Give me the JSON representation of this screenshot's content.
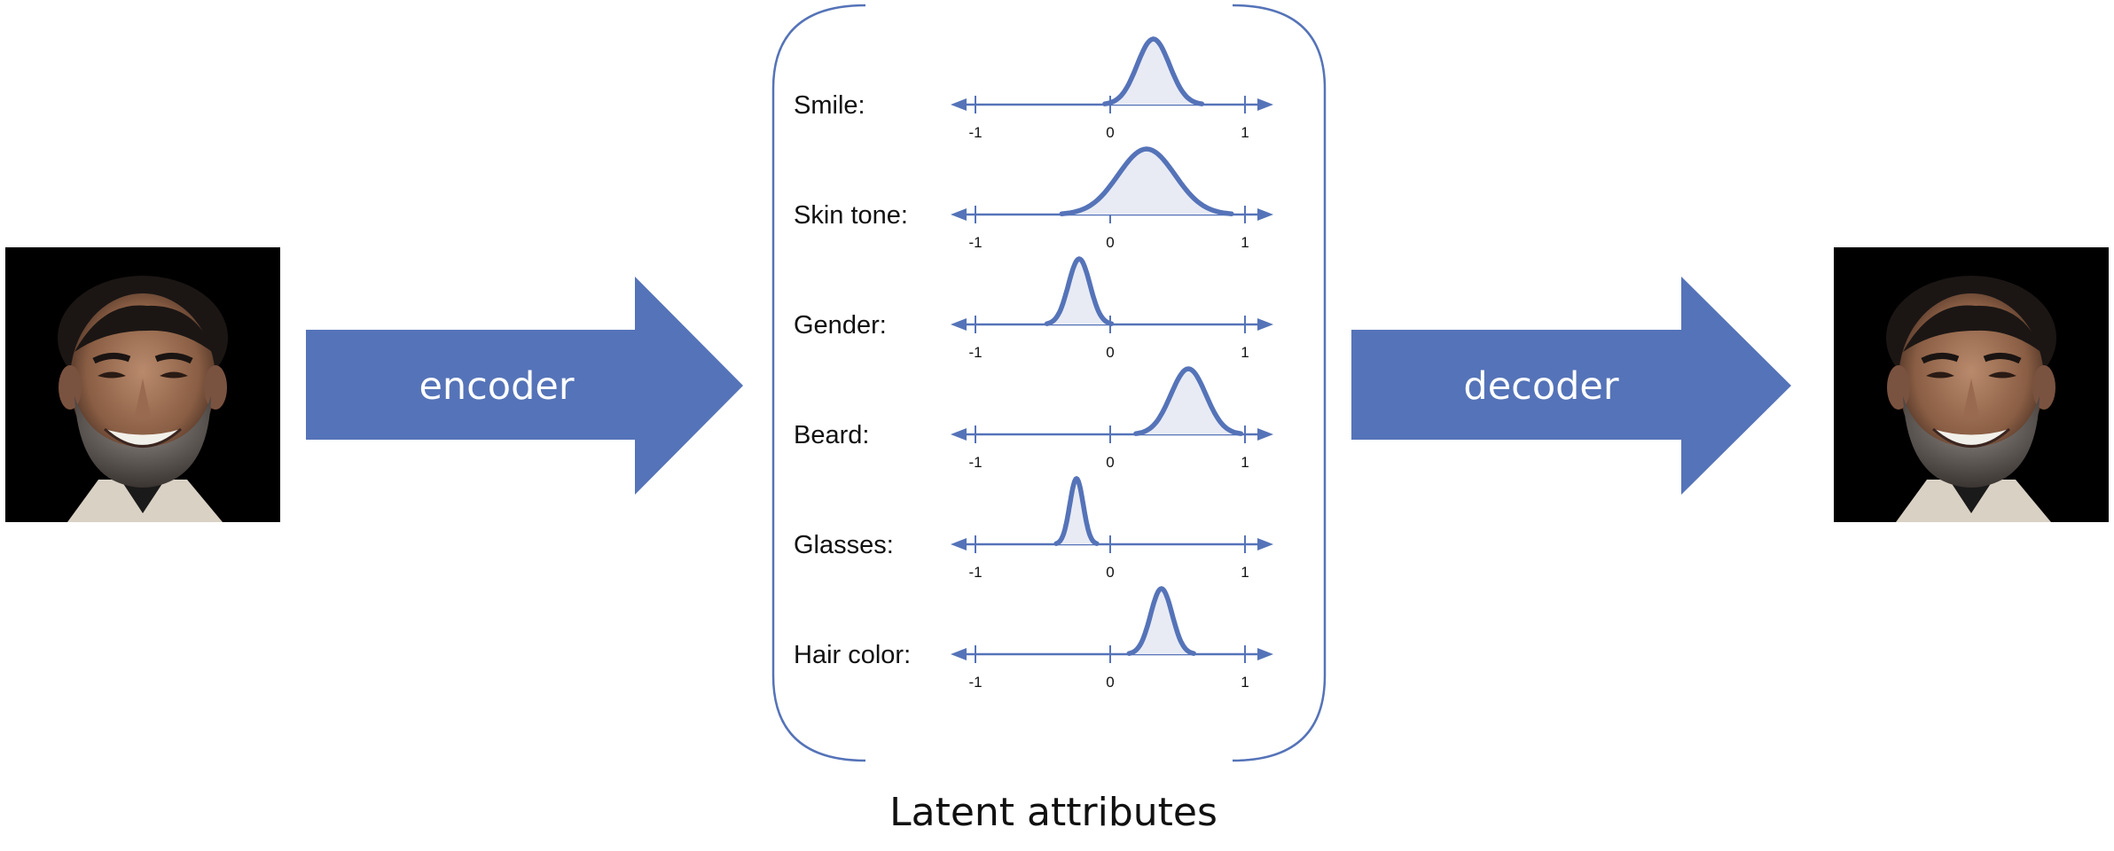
{
  "colors": {
    "accent": "#5573b8",
    "curve_fill": "#e8ebf4",
    "photo_bg": "#000000"
  },
  "encoder": {
    "label": "encoder"
  },
  "decoder": {
    "label": "decoder"
  },
  "caption": "Latent attributes",
  "input_photo": {
    "description_icon": "face-photo-icon"
  },
  "output_photo": {
    "description_icon": "face-photo-icon"
  },
  "axis": {
    "min": -1.2,
    "max": 1.2,
    "ticks": [
      {
        "value": -1,
        "label": "-1"
      },
      {
        "value": 0,
        "label": "0"
      },
      {
        "value": 1,
        "label": "1"
      }
    ]
  },
  "attributes": [
    {
      "id": "smile",
      "label": "Smile:",
      "mean": 0.32,
      "sd": 0.12
    },
    {
      "id": "skin-tone",
      "label": "Skin tone:",
      "mean": 0.27,
      "sd": 0.21
    },
    {
      "id": "gender",
      "label": "Gender:",
      "mean": -0.23,
      "sd": 0.08
    },
    {
      "id": "beard",
      "label": "Beard:",
      "mean": 0.58,
      "sd": 0.13
    },
    {
      "id": "glasses",
      "label": "Glasses:",
      "mean": -0.25,
      "sd": 0.05
    },
    {
      "id": "hair-color",
      "label": "Hair color:",
      "mean": 0.38,
      "sd": 0.08
    }
  ]
}
